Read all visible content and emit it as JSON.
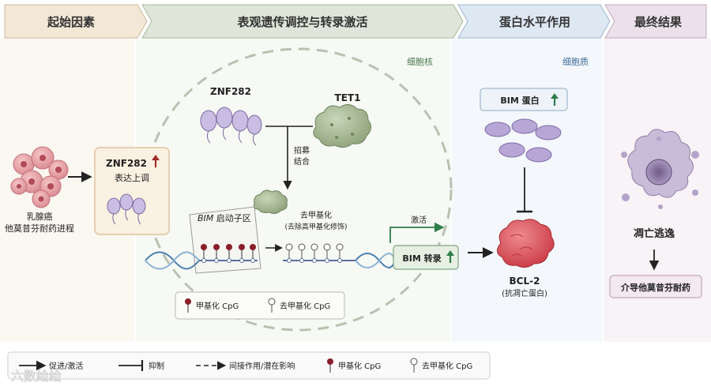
{
  "header": {
    "stage1": "起始因素",
    "stage2": "表观遗传调控与转录激活",
    "stage3": "蛋白水平作用",
    "stage4": "最终结果"
  },
  "compartments": {
    "nucleus": "细胞核",
    "cytoplasm": "细胞质"
  },
  "initial": {
    "cell_label_line1": "乳腺癌",
    "cell_label_line2": "他莫昔芬耐药进程",
    "box_title": "ZNF282",
    "box_subtitle": "表达上调"
  },
  "nucleus": {
    "znf_label": "ZNF282",
    "tet_label": "TET1",
    "recruit_line1": "招募",
    "recruit_line2": "结合",
    "promoter_italic": "BIM",
    "promoter_rest": " 启动子区",
    "demethyl_line1": "去甲基化",
    "demethyl_line2": "(去除高甲基化修饰)",
    "activate_label": "激活",
    "bim_transcription": "BIM 转录",
    "legend_methyl": "甲基化 CpG",
    "legend_demethyl": "去甲基化 CpG"
  },
  "protein": {
    "bim_protein": "BIM 蛋白",
    "bcl2_label": "BCL-2",
    "bcl2_sub": "(抗凋亡蛋白)"
  },
  "outcome": {
    "escape_label": "凋亡逃逸",
    "resistance_label": "介导他莫昔芬耐药"
  },
  "legend": {
    "promote": "促进/激活",
    "inhibit": "抑制",
    "indirect": "间接作用/潜在影响",
    "methyl": "甲基化 CpG",
    "demethyl": "去甲基化 CpG"
  },
  "watermark": "六数绘绘",
  "colors": {
    "stage1_header": "#f3e7d6",
    "stage2_header": "#dfe6d9",
    "stage3_header": "#dde8f3",
    "stage4_header": "#ece1ea",
    "up_arrow_red": "#a12a2a",
    "up_arrow_green": "#2e7d4a",
    "methyl_pin": "#8a1f2c",
    "protein_purple": "#b7a6d6",
    "bcl2_red": "#d9535c"
  }
}
